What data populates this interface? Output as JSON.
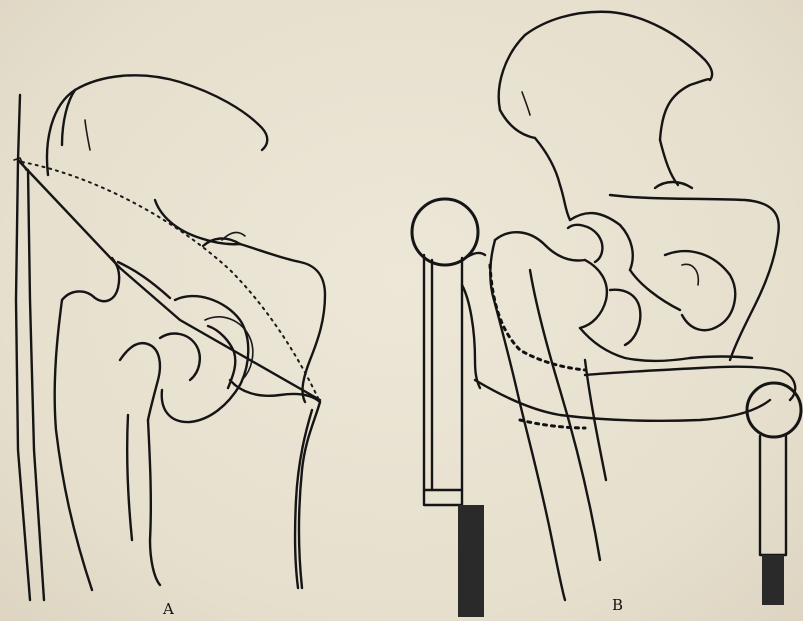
{
  "figure": {
    "panels": [
      {
        "id": "A",
        "label": "A"
      },
      {
        "id": "B",
        "label": "B"
      }
    ],
    "colors": {
      "paper": "#e9e2d2",
      "ink": "#151515"
    }
  }
}
